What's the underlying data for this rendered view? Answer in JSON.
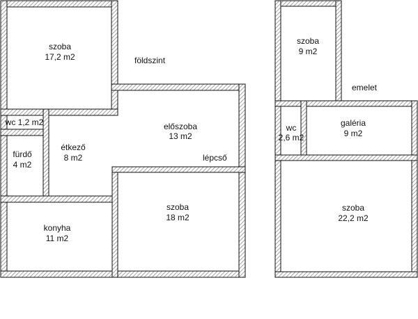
{
  "ground_floor": {
    "label": "földszint",
    "rooms": [
      {
        "name": "szoba",
        "area": "17,2 m2"
      },
      {
        "name": "wc 1,2 m2"
      },
      {
        "name": "fürdő",
        "area": "4 m2"
      },
      {
        "name": "étkező",
        "area": "8 m2"
      },
      {
        "name": "előszoba",
        "area": "13 m2"
      },
      {
        "name": "konyha",
        "area": "11 m2"
      },
      {
        "name": "szoba",
        "area": "18 m2"
      }
    ],
    "stairs_label": "lépcső"
  },
  "upper_floor": {
    "label": "emelet",
    "rooms": [
      {
        "name": "szoba",
        "area": "9 m2"
      },
      {
        "name": "wc",
        "area": "2,6 m2"
      },
      {
        "name": "galéria",
        "area": "9 m2"
      },
      {
        "name": "szoba",
        "area": "22,2 m2"
      }
    ]
  },
  "colors": {
    "wall": "#111111",
    "hatch": "#9a9a9a",
    "background": "#ffffff"
  }
}
